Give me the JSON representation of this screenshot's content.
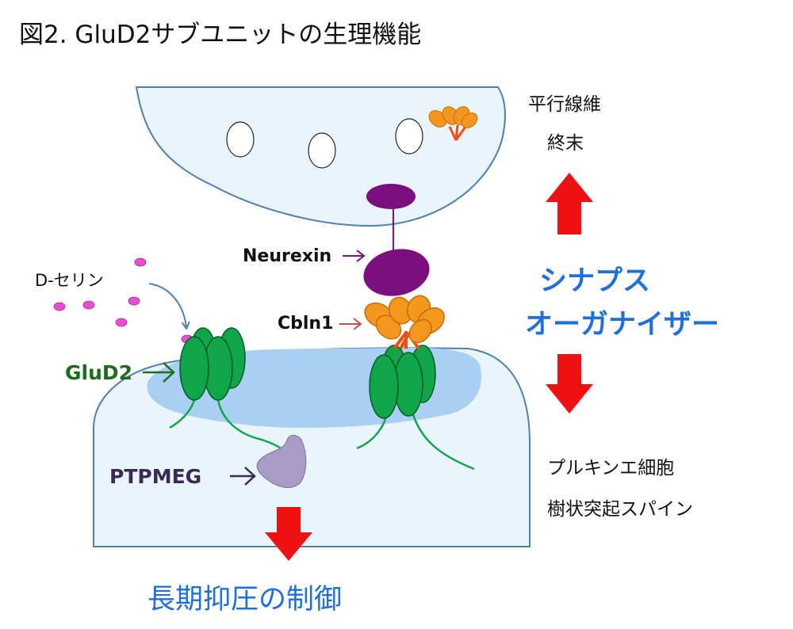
{
  "title": "図2. GluD2サブユニットの生理機能",
  "presynaptic": {
    "line1": "平行線維",
    "line2": "終末"
  },
  "postsynaptic": {
    "line1": "プルキンエ細胞",
    "line2": "樹状突起スパイン"
  },
  "organizer": {
    "line1": "シナプス",
    "line2": "オーガナイザー"
  },
  "labels": {
    "d_serine": "D-セリン",
    "neurexin": "Neurexin",
    "cbln1": "Cbln1",
    "glud2": "GluD2",
    "ptpmeg": "PTPMEG"
  },
  "bottom_caption": "長期抑圧の制御",
  "colors": {
    "cell_fill": "#eaf4fb",
    "cell_stroke": "#4f7fb3",
    "psd_fill": "#a9d0f3",
    "receptor": "#0fa64a",
    "cbln1": "#f5961e",
    "neurexin": "#7b0f7e",
    "dserine": "#e64fd0",
    "ptpmeg": "#a99cc4",
    "arrow_red": "#ee1111",
    "organizer_text": "#1e6fdc",
    "glud2_text": "#1f6b1f",
    "ptpmeg_text": "#3a2a55"
  }
}
